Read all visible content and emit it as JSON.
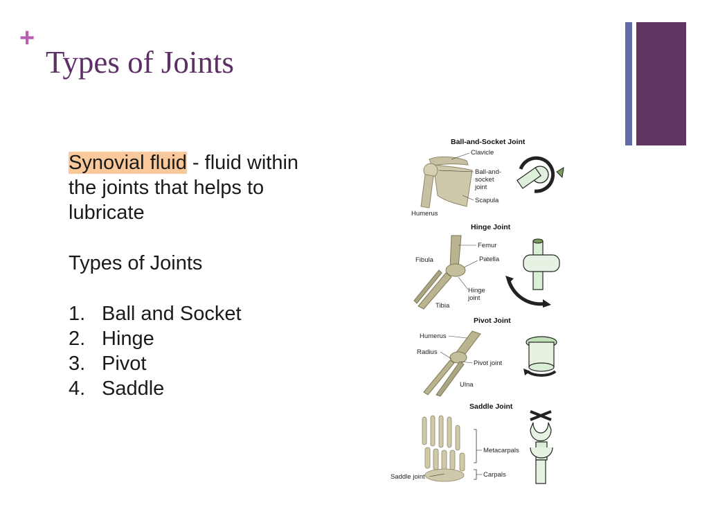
{
  "slide": {
    "bullet_symbol": "+",
    "title": "Types of Joints",
    "accent_colors": {
      "purple_dark": "#623462",
      "purple_blue": "#636caa",
      "plus_color": "#b85fb2",
      "highlight": "#f9c99c"
    }
  },
  "body": {
    "highlight_term": "Synovial fluid",
    "definition": " - fluid within the joints that helps to lubricate",
    "list_heading": "Types of Joints",
    "joint_types": [
      {
        "num": "1.",
        "label": "Ball and Socket"
      },
      {
        "num": "2.",
        "label": "Hinge"
      },
      {
        "num": "3.",
        "label": "Pivot"
      },
      {
        "num": "4.",
        "label": "Saddle"
      }
    ]
  },
  "figure": {
    "ball": {
      "title": "Ball-and-Socket Joint",
      "clavicle": "Clavicle",
      "ball1": "Ball-and-",
      "ball2": "socket",
      "ball3": "joint",
      "scapula": "Scapula",
      "humerus": "Humerus"
    },
    "hinge": {
      "title": "Hinge Joint",
      "femur": "Femur",
      "fibula": "Fibula",
      "patella": "Patella",
      "hinge1": "Hinge",
      "hinge2": "joint",
      "tibia": "Tibia"
    },
    "pivot": {
      "title": "Pivot Joint",
      "humerus": "Humerus",
      "radius": "Radius",
      "pivot": "Pivot joint",
      "ulna": "Ulna"
    },
    "saddle": {
      "title": "Saddle Joint",
      "metacarpals": "Metacarpals",
      "saddle": "Saddle joint",
      "carpals": "Carpals"
    }
  }
}
